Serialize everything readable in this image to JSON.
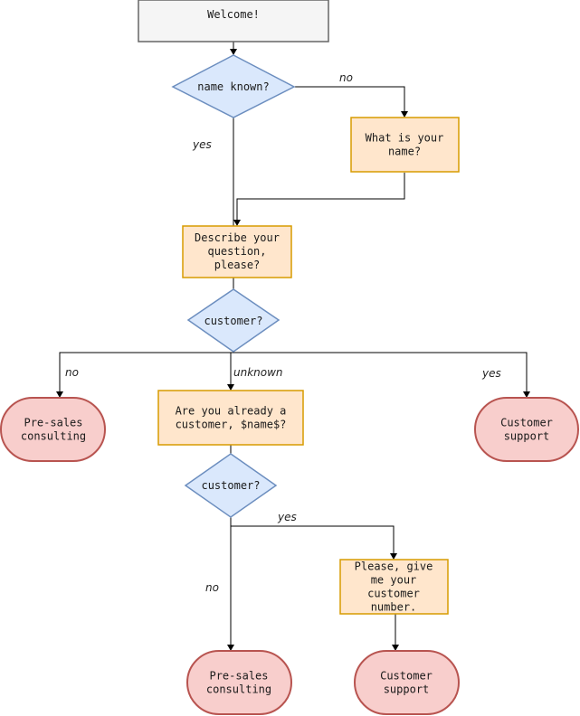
{
  "diagram": {
    "nodes": {
      "welcome": {
        "lines": [
          "Welcome!"
        ]
      },
      "name_known": {
        "lines": [
          "name known?"
        ]
      },
      "ask_name": {
        "lines": [
          "What is your",
          "name?"
        ]
      },
      "describe_question": {
        "lines": [
          "Describe your",
          "question,",
          "please?"
        ]
      },
      "customer_q1": {
        "lines": [
          "customer?"
        ]
      },
      "presales_1": {
        "lines": [
          "Pre-sales",
          "consulting"
        ]
      },
      "already_customer": {
        "lines": [
          "Are you already a",
          "customer, $name$?"
        ]
      },
      "support_1": {
        "lines": [
          "Customer",
          "support"
        ]
      },
      "customer_q2": {
        "lines": [
          "customer?"
        ]
      },
      "ask_number": {
        "lines": [
          "Please, give",
          "me your",
          "customer",
          "number."
        ]
      },
      "presales_2": {
        "lines": [
          "Pre-sales",
          "consulting"
        ]
      },
      "support_2": {
        "lines": [
          "Customer",
          "support"
        ]
      }
    },
    "edge_labels": {
      "name_known_no": "no",
      "name_known_yes": "yes",
      "customer1_no": "no",
      "customer1_unknown": "unknown",
      "customer1_yes": "yes",
      "customer2_yes": "yes",
      "customer2_no": "no"
    },
    "colors": {
      "start_fill": "#f5f5f5",
      "start_stroke": "#666666",
      "decision_fill": "#dae8fc",
      "decision_stroke": "#6c8ebf",
      "prompt_fill": "#ffe6cc",
      "prompt_stroke": "#d79b00",
      "terminal_fill": "#f8cecc",
      "terminal_stroke": "#b85450",
      "edge": "#000000"
    }
  }
}
